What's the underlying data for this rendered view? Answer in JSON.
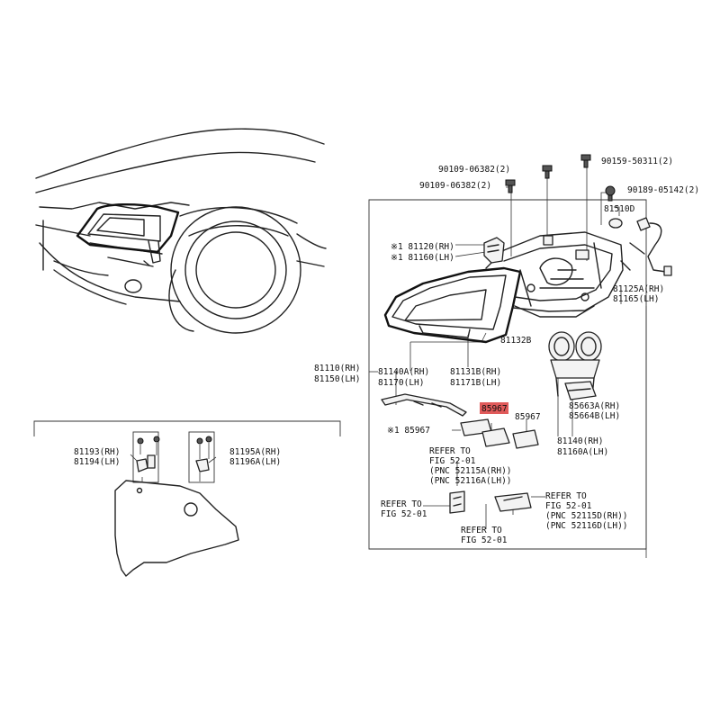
{
  "labels": {
    "b1": "90109-06382(2)",
    "b2": "90109-06382(2)",
    "b3": "90159-50311(2)",
    "b4": "90189-05142(2)",
    "p81510d": "81510D",
    "p81120": "※1 81120(RH)",
    "p81160": "※1 81160(LH)",
    "p81125a": "81125A(RH)",
    "p81165": "81165(LH)",
    "p81132b": "81132B",
    "p81110": "81110(RH)",
    "p81150": "81150(LH)",
    "p81140a": "81140A(RH)",
    "p81170": "81170(LH)",
    "p81131b": "81131B(RH)",
    "p81171b": "81171B(LH)",
    "p85967_hl": "85967",
    "p85967_r": "85967",
    "p85967_l": "※1 85967",
    "p85663a": "85663A(RH)",
    "p85664b": "85664B(LH)",
    "p81140": "81140(RH)",
    "p81160a": "81160A(LH)",
    "ref1_a": "REFER TO",
    "ref1_b": "FIG 52-01",
    "ref1_c": "(PNC 52115A(RH))",
    "ref1_d": "(PNC 52116A(LH))",
    "ref2_a": "REFER TO",
    "ref2_b": "FIG 52-01",
    "ref3_a": "REFER TO",
    "ref3_b": "FIG 52-01",
    "ref4_a": "REFER TO",
    "ref4_b": "FIG 52-01",
    "ref4_c": "(PNC 52115D(RH))",
    "ref4_d": "(PNC 52116D(LH))",
    "p81193": "81193(RH)",
    "p81194": "81194(LH)",
    "p81195a": "81195A(RH)",
    "p81196a": "81196A(LH)"
  },
  "colors": {
    "highlight": "#e05a5a",
    "line": "#222222"
  }
}
